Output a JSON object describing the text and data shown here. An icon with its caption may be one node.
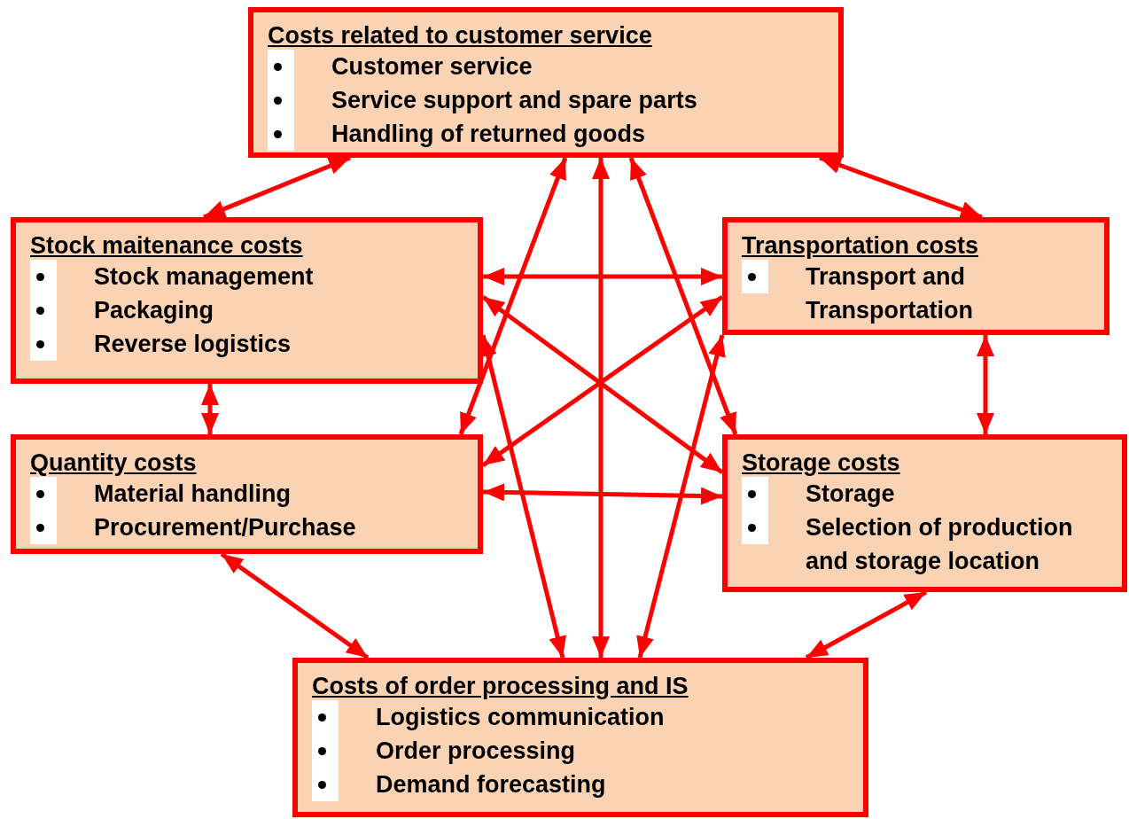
{
  "diagram": {
    "nodes": [
      {
        "text": [
          "Costs related to customer service",
          "Customer service",
          "Service support and spare parts",
          "Handling of returned goods"
        ]
      },
      {
        "text": [
          "Stock maitenance costs",
          "Stock management",
          "Packaging",
          "Reverse logistics"
        ]
      },
      {
        "text": [
          "Transportation costs",
          "Transport and Transportation"
        ]
      },
      {
        "text": [
          "Quantity costs",
          "Material handling",
          "Procurement/Purchase"
        ]
      },
      {
        "text": [
          "Storage costs",
          "Storage",
          "Selection of production and storage location"
        ]
      },
      {
        "text": [
          "Costs of order processing and IS",
          "Logistics communication",
          "Order processing",
          "Demand forecasting"
        ]
      }
    ],
    "edges": [
      {
        "from": 0,
        "to": 1,
        "arrow": "both"
      },
      {
        "from": 0,
        "to": 2,
        "arrow": "both"
      },
      {
        "from": 0,
        "to": 3,
        "arrow": "both"
      },
      {
        "from": 0,
        "to": 5,
        "arrow": "both"
      },
      {
        "from": 0,
        "to": 4,
        "arrow": "both"
      },
      {
        "from": 1,
        "to": 2,
        "arrow": "both"
      },
      {
        "from": 1,
        "to": 4,
        "arrow": "both"
      },
      {
        "from": 1,
        "to": 5,
        "arrow": "both"
      },
      {
        "from": 2,
        "to": 3,
        "arrow": "both"
      },
      {
        "from": 2,
        "to": 4,
        "arrow": "both"
      },
      {
        "from": 2,
        "to": 5,
        "arrow": "both"
      },
      {
        "from": 1,
        "to": 3,
        "arrow": "both"
      },
      {
        "from": 3,
        "to": 4,
        "arrow": "both"
      },
      {
        "from": 3,
        "to": 5,
        "arrow": "both"
      },
      {
        "from": 4,
        "to": 5,
        "arrow": "both"
      }
    ]
  }
}
